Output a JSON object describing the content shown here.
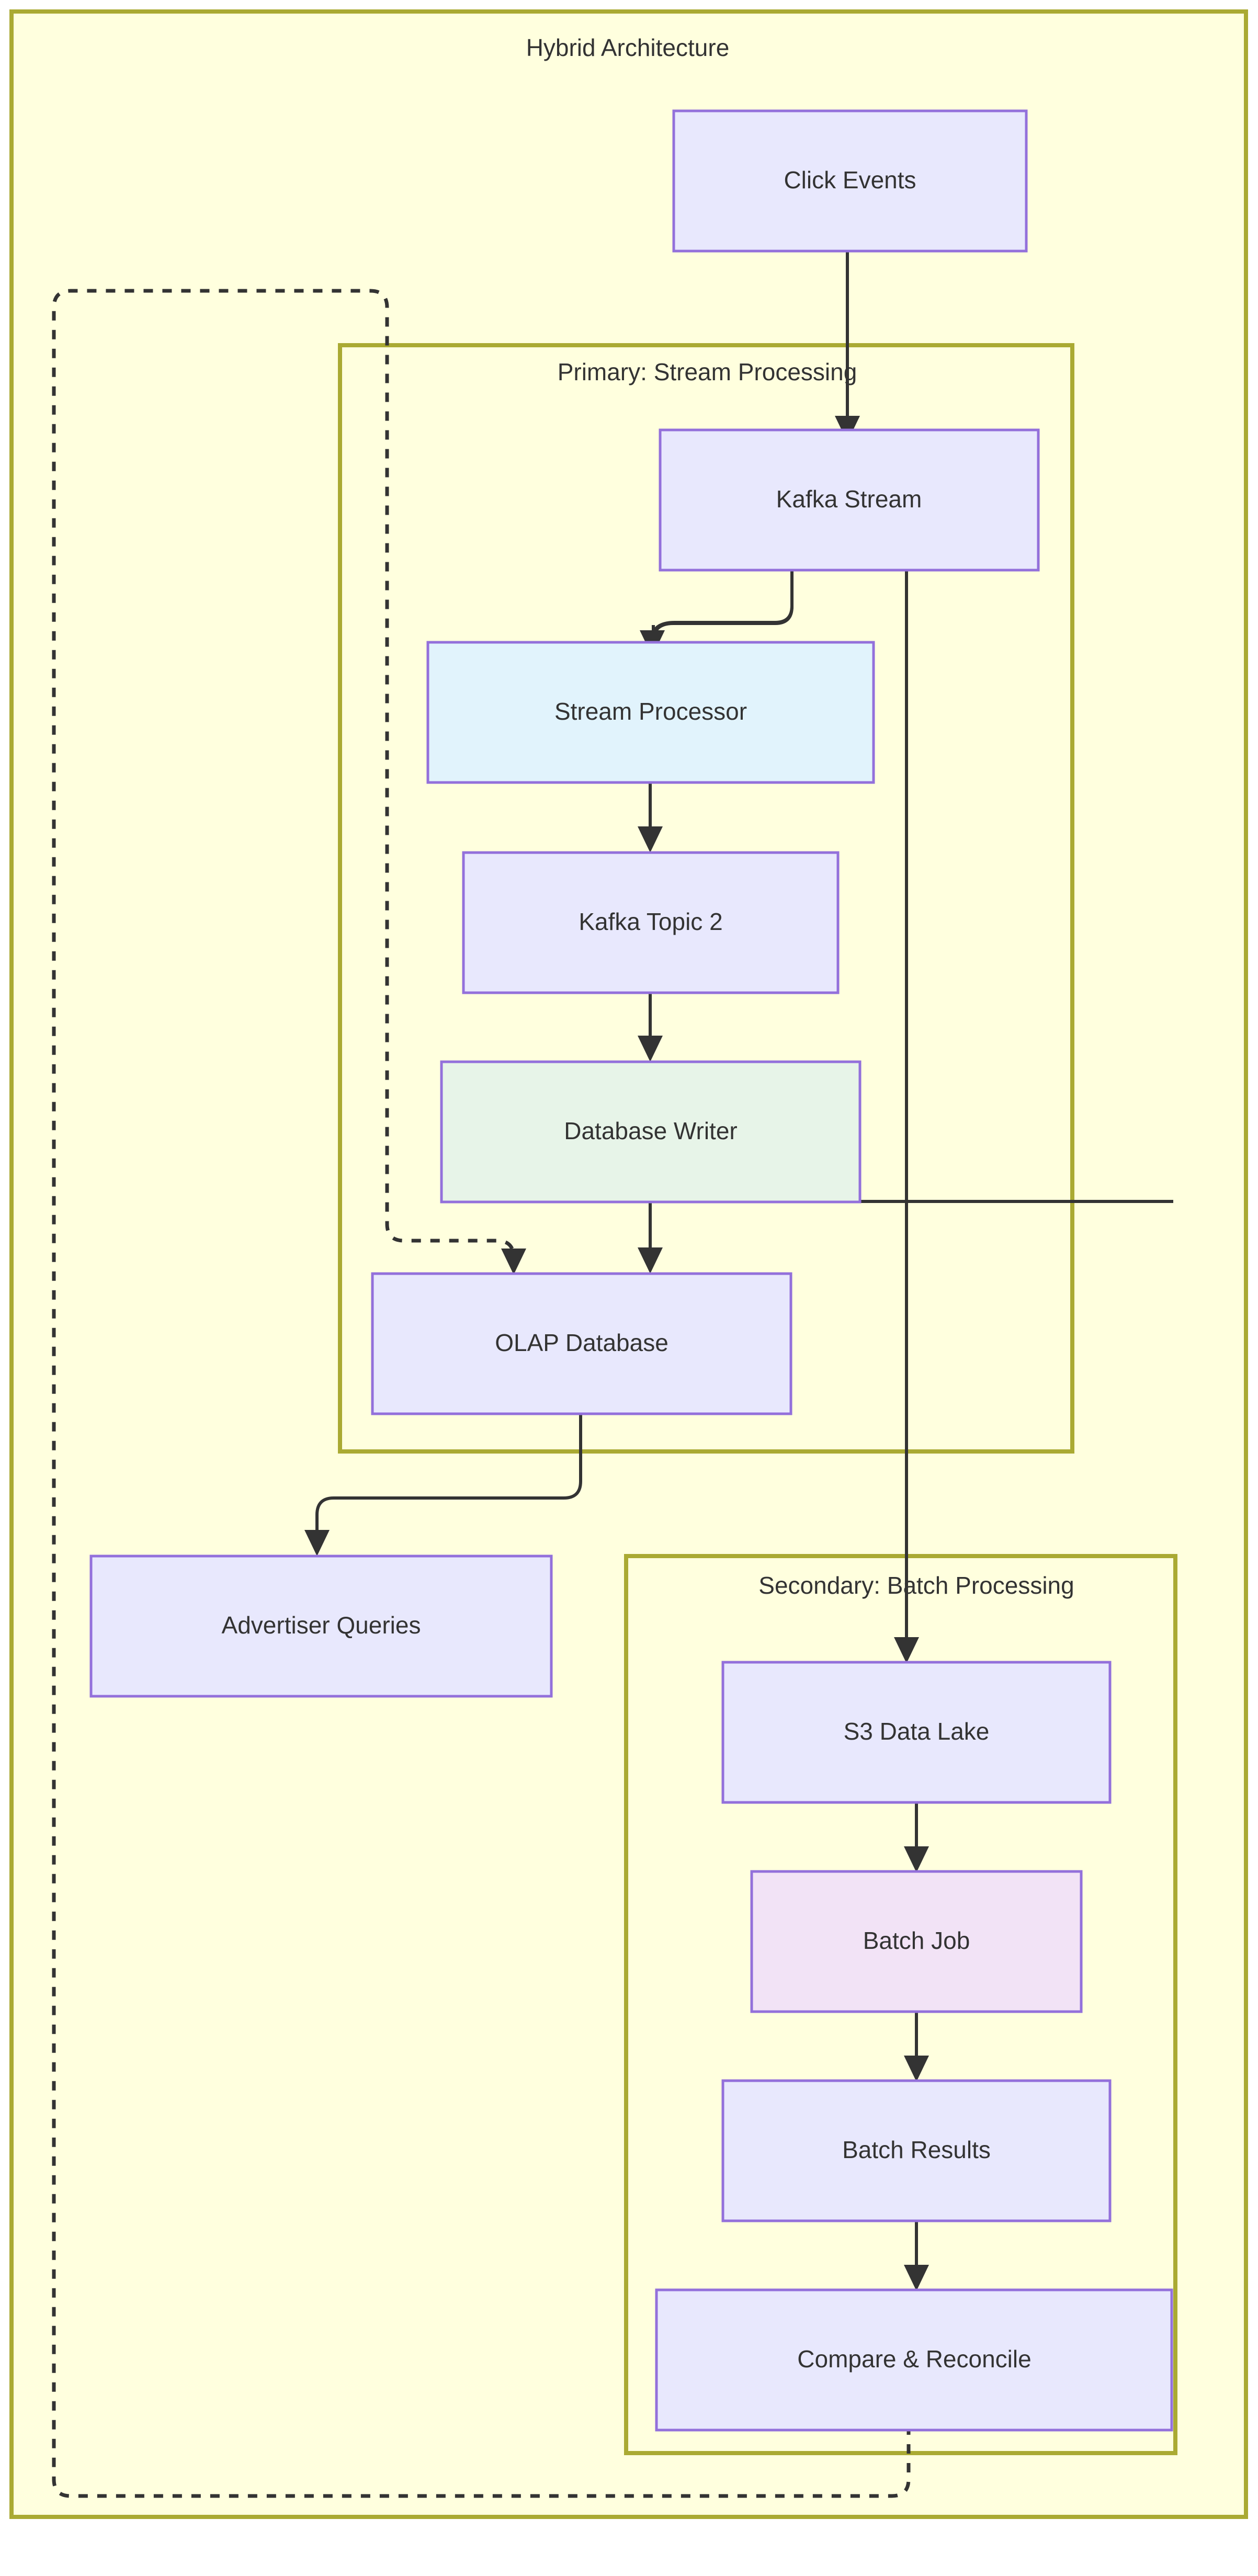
{
  "diagram": {
    "title": "Hybrid Architecture",
    "type": "flowchart",
    "direction": "top-down",
    "colors": {
      "canvas_background": "#ffffff",
      "cluster_fill": "#ffffde",
      "cluster_border": "#aaaa33",
      "node_border": "#9370db",
      "node_fill_default": "#e8e8fd",
      "node_fill_cyan": "#e1f3fc",
      "node_fill_green": "#e7f4e8",
      "node_fill_pink": "#f2e3f6",
      "edge_stroke": "#333333",
      "text": "#333333"
    },
    "clusters": [
      {
        "id": "root",
        "label": "Hybrid Architecture"
      },
      {
        "id": "primary",
        "label": "Primary: Stream Processing"
      },
      {
        "id": "secondary",
        "label": "Secondary: Batch Processing"
      }
    ],
    "nodes": [
      {
        "id": "click_events",
        "label": "Click Events",
        "cluster": "root"
      },
      {
        "id": "kafka_stream",
        "label": "Kafka Stream",
        "cluster": "primary"
      },
      {
        "id": "stream_processor",
        "label": "Stream Processor",
        "cluster": "primary"
      },
      {
        "id": "kafka_topic_2",
        "label": "Kafka Topic 2",
        "cluster": "primary"
      },
      {
        "id": "database_writer",
        "label": "Database Writer",
        "cluster": "primary"
      },
      {
        "id": "olap_database",
        "label": "OLAP Database",
        "cluster": "primary"
      },
      {
        "id": "advertiser_queries",
        "label": "Advertiser Queries",
        "cluster": "root"
      },
      {
        "id": "s3_data_lake",
        "label": "S3 Data Lake",
        "cluster": "secondary"
      },
      {
        "id": "batch_job",
        "label": "Batch Job",
        "cluster": "secondary"
      },
      {
        "id": "batch_results",
        "label": "Batch Results",
        "cluster": "secondary"
      },
      {
        "id": "compare_reconcile",
        "label": "Compare & Reconcile",
        "cluster": "secondary"
      }
    ],
    "edges": [
      {
        "from": "click_events",
        "to": "kafka_stream",
        "style": "solid"
      },
      {
        "from": "kafka_stream",
        "to": "stream_processor",
        "style": "solid"
      },
      {
        "from": "kafka_stream",
        "to": "s3_data_lake",
        "style": "solid"
      },
      {
        "from": "stream_processor",
        "to": "kafka_topic_2",
        "style": "solid"
      },
      {
        "from": "kafka_topic_2",
        "to": "database_writer",
        "style": "solid"
      },
      {
        "from": "database_writer",
        "to": "olap_database",
        "style": "solid"
      },
      {
        "from": "olap_database",
        "to": "advertiser_queries",
        "style": "solid"
      },
      {
        "from": "s3_data_lake",
        "to": "batch_job",
        "style": "solid"
      },
      {
        "from": "batch_job",
        "to": "batch_results",
        "style": "solid"
      },
      {
        "from": "batch_results",
        "to": "compare_reconcile",
        "style": "solid"
      },
      {
        "from": "compare_reconcile",
        "to": "olap_database",
        "style": "dotted"
      }
    ]
  }
}
